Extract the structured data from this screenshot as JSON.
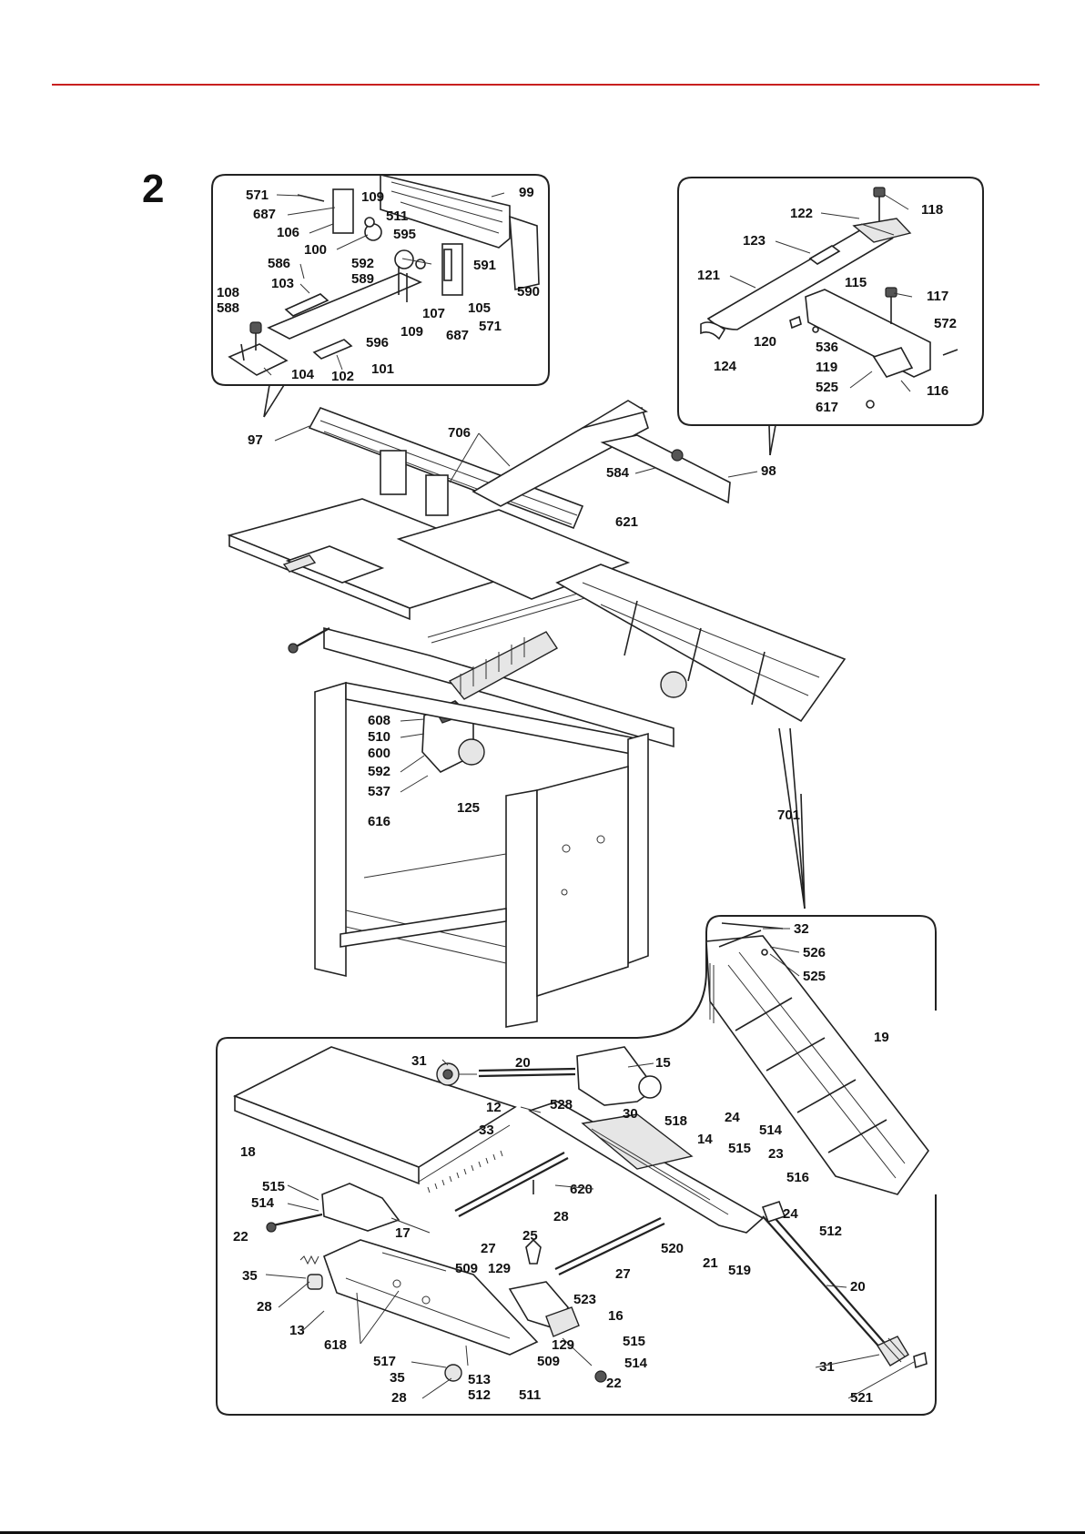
{
  "figure_number": "2",
  "labels": {
    "box_top_left": [
      "571",
      "109",
      "99",
      "687",
      "511",
      "106",
      "595",
      "100",
      "586",
      "592",
      "591",
      "589",
      "103",
      "590",
      "108",
      "105",
      "588",
      "107",
      "571",
      "109",
      "687",
      "596",
      "104",
      "102",
      "101"
    ],
    "box_top_right": [
      "118",
      "122",
      "123",
      "121",
      "117",
      "115",
      "572",
      "120",
      "536",
      "124",
      "119",
      "525",
      "617",
      "116"
    ],
    "machine": [
      "97",
      "706",
      "98",
      "584",
      "621",
      "608",
      "510",
      "600",
      "592",
      "537",
      "125",
      "616",
      "701"
    ],
    "box_right": [
      "32",
      "526",
      "525",
      "19"
    ],
    "box_bottom": [
      "31",
      "20",
      "15",
      "12",
      "528",
      "30",
      "518",
      "24",
      "33",
      "14",
      "515",
      "514",
      "18",
      "23",
      "516",
      "515",
      "620",
      "514",
      "24",
      "512",
      "17",
      "28",
      "22",
      "25",
      "27",
      "520",
      "21",
      "519",
      "35",
      "20",
      "28",
      "509",
      "129",
      "27",
      "13",
      "523",
      "16",
      "618",
      "515",
      "517",
      "514",
      "31",
      "35",
      "129",
      "22",
      "28",
      "509",
      "513",
      "512",
      "511",
      "521"
    ]
  }
}
